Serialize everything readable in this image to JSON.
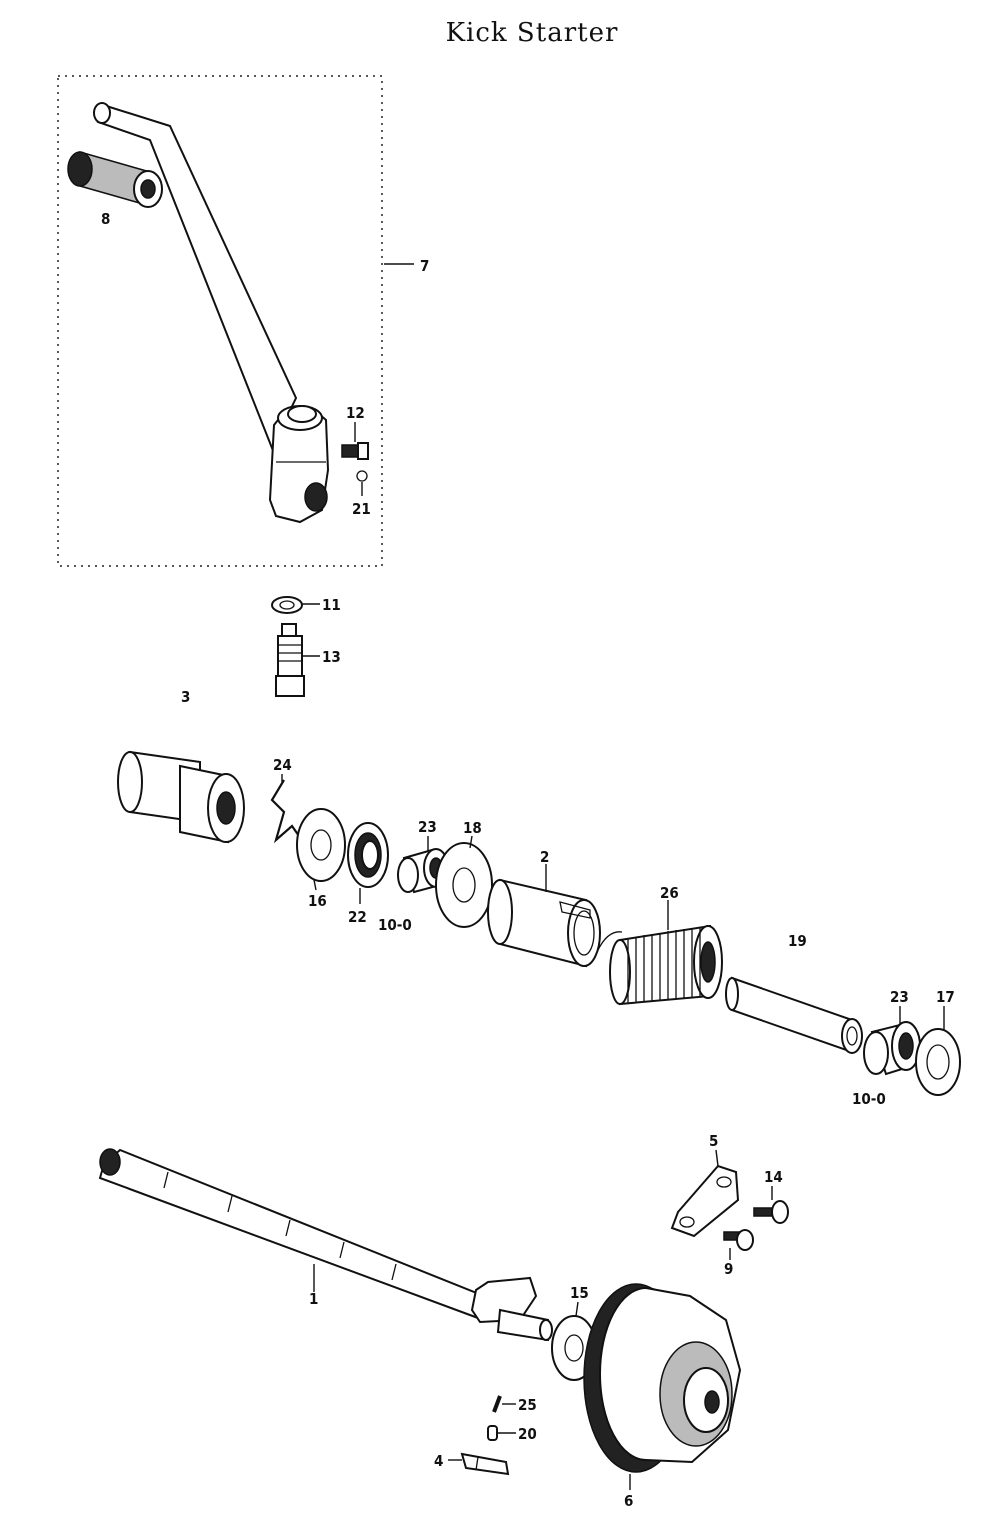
{
  "title": "Kick Starter",
  "callouts": {
    "c7": "7",
    "c8a": "8",
    "c12": "12",
    "c21": "21",
    "c11": "11",
    "c13": "13",
    "c3": "3",
    "c24": "24",
    "c16": "16",
    "c22": "22",
    "c23a": "23",
    "c18": "18",
    "c10a": "10-0",
    "c2": "2",
    "c26": "26",
    "c19": "19",
    "c23b": "23",
    "c17": "17",
    "c10b": "10-0",
    "c5": "5",
    "c14": "14",
    "c9": "9",
    "c1": "1",
    "c15": "15",
    "c25": "25",
    "c20": "20",
    "c4": "4",
    "c6": "6"
  }
}
